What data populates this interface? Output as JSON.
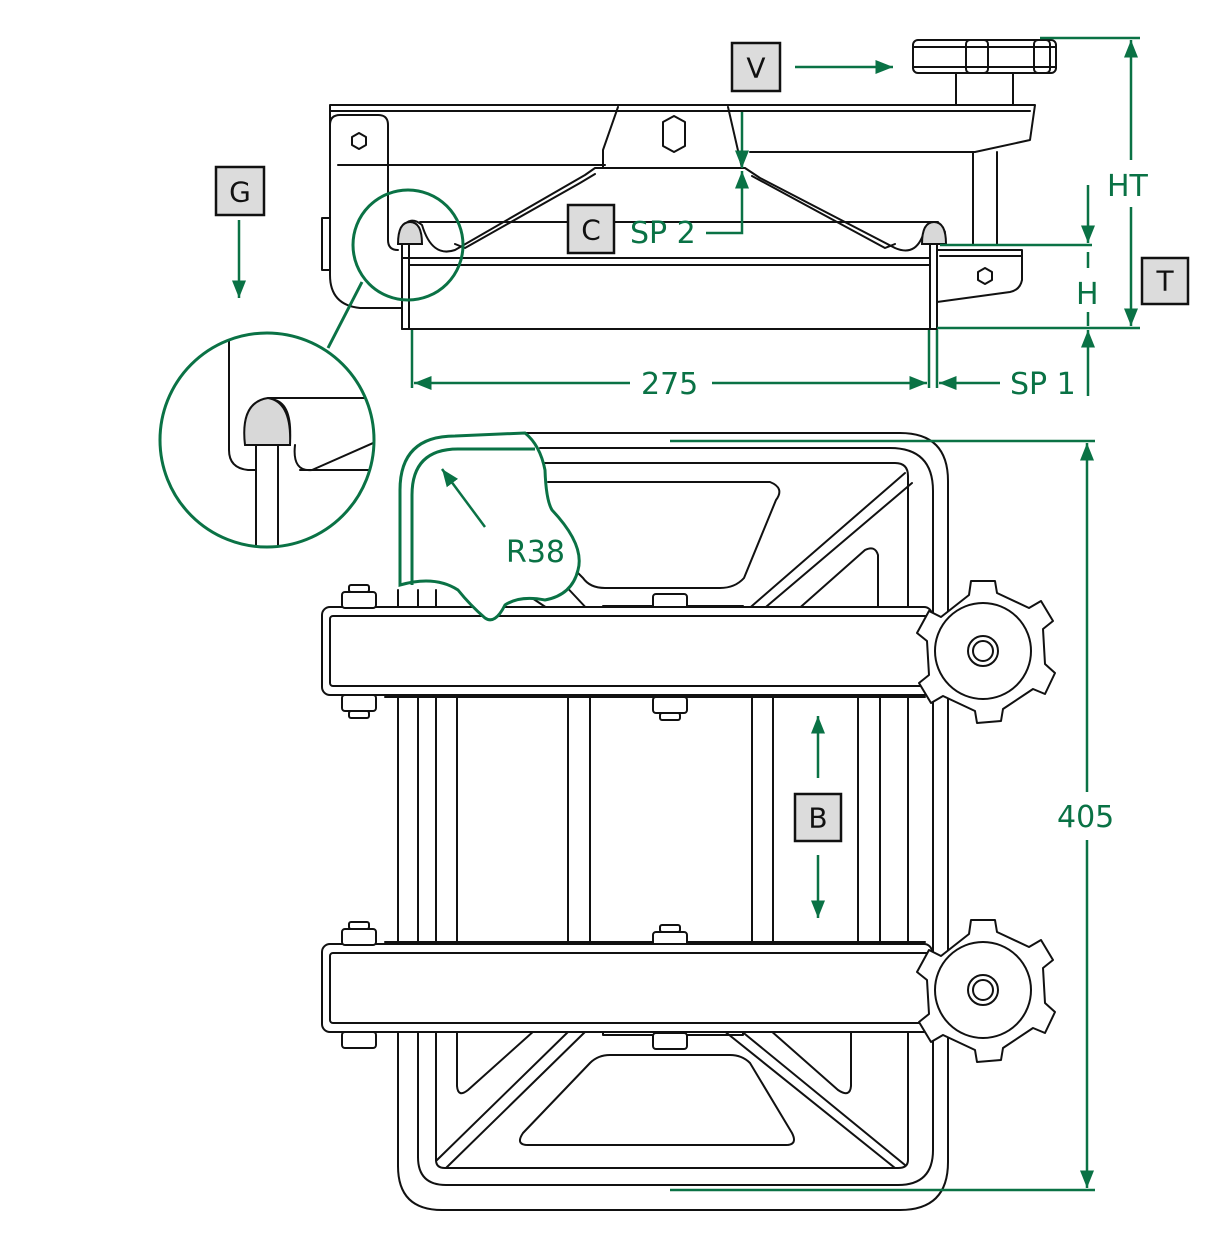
{
  "drawing": {
    "title": "Manway cover assembly with clamp bars and handwheels",
    "accent_color": "#0a7245",
    "label_fill": "#dcdcdc",
    "line_color": "#111111"
  },
  "labels": {
    "V": "V",
    "G": "G",
    "C": "C",
    "T": "T",
    "B": "B"
  },
  "dimensions": {
    "width": "275",
    "height_total": "HT",
    "height": "H",
    "spacing_1": "SP 1",
    "spacing_2": "SP 2",
    "radius": "R38",
    "length": "405"
  },
  "icons": {
    "handwheel": "hexagonal-knob-icon",
    "bolt": "hex-nut-icon",
    "detail": "magnifier-circle-icon"
  }
}
